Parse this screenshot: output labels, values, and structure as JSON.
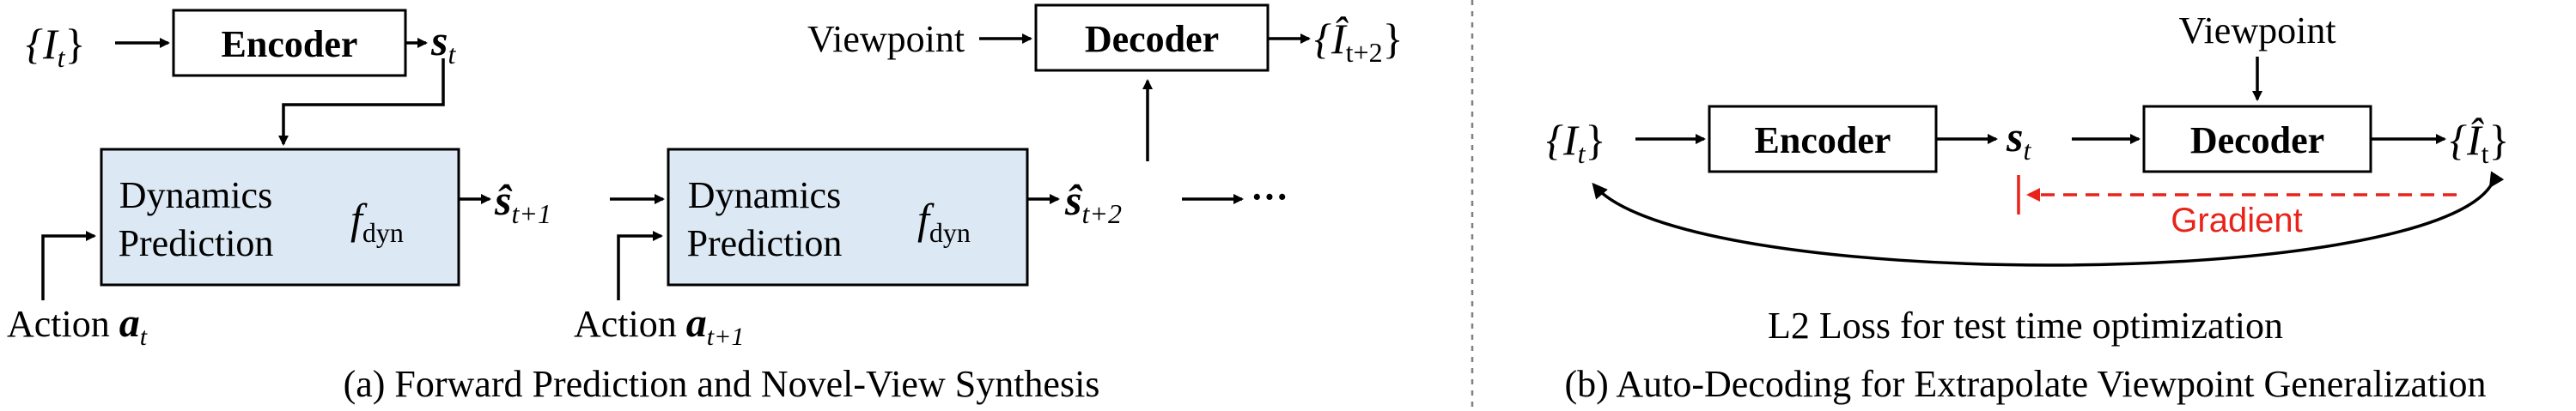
{
  "colors": {
    "dynamics_fill": "#dce8f3",
    "gradient": "#e8231a",
    "divider": "#808080"
  },
  "panel_a": {
    "input": "{I",
    "input_sub": "t",
    "input_close": "}",
    "encoder": "Encoder",
    "state_s": "s",
    "state_sub": "t",
    "dyn1_line1": "Dynamics",
    "dyn1_line2": "Prediction",
    "dyn2_line1": "Dynamics",
    "dyn2_line2": "Prediction",
    "f": "f",
    "f_sub": "dyn",
    "s_hat_1": "ŝ",
    "s_hat_1_sub": "t+1",
    "s_hat_2": "ŝ",
    "s_hat_2_sub": "t+2",
    "ellipsis": "···",
    "viewpoint": "Viewpoint",
    "decoder": "Decoder",
    "output": "{Î",
    "output_sub": "t+2",
    "output_close": "}",
    "action1": "Action ",
    "action1_var": "a",
    "action1_sub": "t",
    "action2": "Action ",
    "action2_var": "a",
    "action2_sub": "t+1",
    "caption": "(a) Forward Prediction and Novel-View Synthesis"
  },
  "panel_b": {
    "input": "{I",
    "input_sub": "t",
    "input_close": "}",
    "encoder": "Encoder",
    "state_s": "s",
    "state_sub": "t",
    "viewpoint": "Viewpoint",
    "decoder": "Decoder",
    "output": "{Î",
    "output_sub": "t",
    "output_close": "}",
    "gradient": "Gradient",
    "loss": "L2 Loss for test time optimization",
    "caption": "(b) Auto-Decoding for Extrapolate Viewpoint Generalization"
  }
}
